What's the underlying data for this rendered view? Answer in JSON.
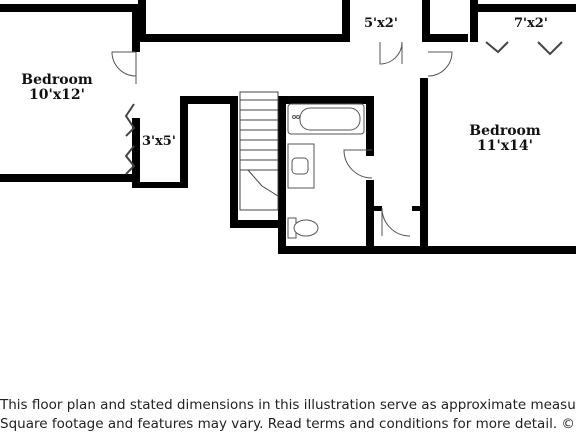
{
  "rooms": {
    "bedroom_left": {
      "name": "Bedroom",
      "dim": "10'x12'"
    },
    "bedroom_right": {
      "name": "Bedroom",
      "dim": "11'x14'"
    },
    "closet_left": {
      "dim": "3'x5'"
    },
    "closet_top_mid": {
      "dim": "5'x2'"
    },
    "closet_top_right": {
      "dim": "7'x2'"
    }
  },
  "disclaimer": {
    "line1": "This floor plan and stated dimensions in this illustration serve as approximate measurements.",
    "line2": "Square footage and features may vary. Read terms and conditions for more detail. © Planomatic"
  },
  "colors": {
    "wall": "#000000",
    "background": "#ffffff",
    "fixture_stroke": "#555555"
  }
}
